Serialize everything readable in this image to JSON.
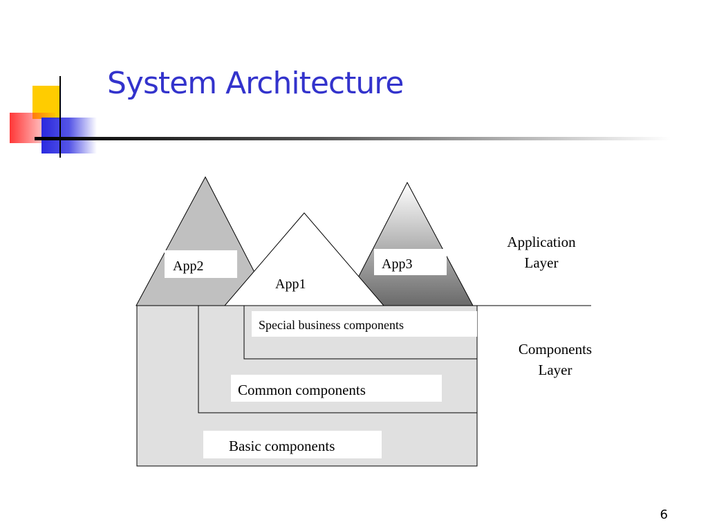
{
  "slide": {
    "title": "System Architecture",
    "page_number": "6"
  },
  "layers": {
    "application": {
      "line1": "Application",
      "line2": "Layer"
    },
    "components": {
      "line1": "Components",
      "line2": "Layer"
    }
  },
  "apps": {
    "app1": "App1",
    "app2": "App2",
    "app3": "App3"
  },
  "component_blocks": {
    "special": "Special business components",
    "common": "Common components",
    "basic": "Basic components"
  },
  "colors": {
    "title": "#3333cc",
    "deco_yellow": "#ffcc00",
    "deco_red": "#ff3333",
    "deco_blue": "#3333cc"
  }
}
